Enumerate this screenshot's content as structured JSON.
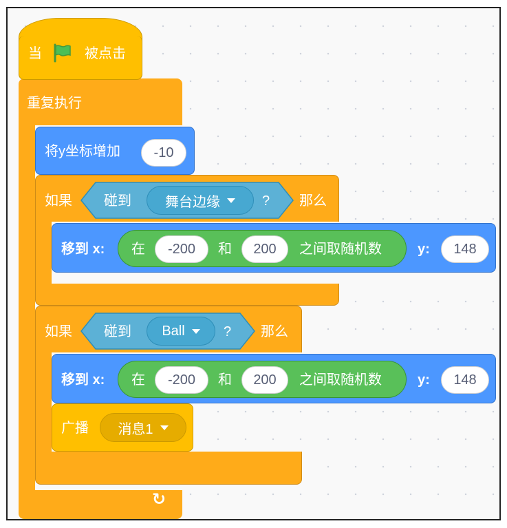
{
  "hat": {
    "when": "当",
    "clicked": "被点击",
    "flag_icon": "green-flag-icon"
  },
  "forever": {
    "label": "重复执行",
    "loop_icon": "loop-arrow-icon"
  },
  "change_y": {
    "label": "将y坐标增加",
    "value": "-10"
  },
  "if1": {
    "if_label": "如果",
    "then_label": "那么",
    "sensing": {
      "label": "碰到",
      "option": "舞台边缘",
      "question": "?"
    },
    "goto": {
      "label": "移到 x:",
      "random": {
        "at": "在",
        "from": "-200",
        "and": "和",
        "to": "200",
        "between": "之间取随机数"
      },
      "y_label": "y:",
      "y_value": "148"
    }
  },
  "if2": {
    "if_label": "如果",
    "then_label": "那么",
    "sensing": {
      "label": "碰到",
      "option": "Ball",
      "question": "?"
    },
    "goto": {
      "label": "移到 x:",
      "random": {
        "at": "在",
        "from": "-200",
        "and": "和",
        "to": "200",
        "between": "之间取随机数"
      },
      "y_label": "y:",
      "y_value": "148"
    },
    "broadcast": {
      "label": "广播",
      "message": "消息1"
    }
  },
  "colors": {
    "events": "#ffbf00",
    "control": "#ffab19",
    "motion": "#4c97ff",
    "sensing": "#5cb1d6",
    "operators": "#59c059",
    "flag": "#4cbf56"
  }
}
